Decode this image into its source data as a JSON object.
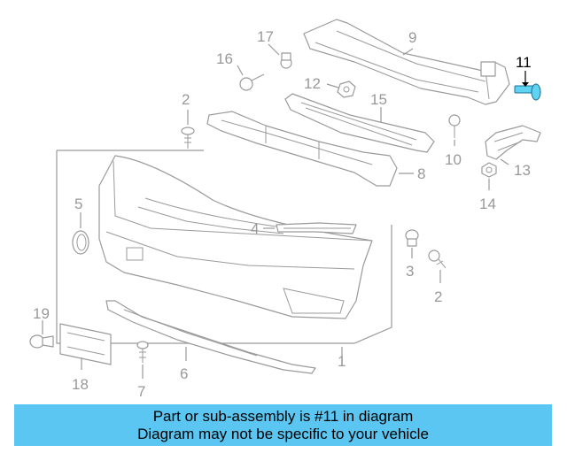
{
  "callouts": [
    {
      "id": "11",
      "label": "11",
      "highlighted": true
    },
    {
      "id": "9",
      "label": "9"
    },
    {
      "id": "17",
      "label": "17"
    },
    {
      "id": "16",
      "label": "16"
    },
    {
      "id": "12",
      "label": "12"
    },
    {
      "id": "15",
      "label": "15"
    },
    {
      "id": "2a",
      "label": "2"
    },
    {
      "id": "10",
      "label": "10"
    },
    {
      "id": "13",
      "label": "13"
    },
    {
      "id": "8",
      "label": "8"
    },
    {
      "id": "14",
      "label": "14"
    },
    {
      "id": "5",
      "label": "5"
    },
    {
      "id": "4",
      "label": "4"
    },
    {
      "id": "3",
      "label": "3"
    },
    {
      "id": "2b",
      "label": "2"
    },
    {
      "id": "19",
      "label": "19"
    },
    {
      "id": "1",
      "label": "1"
    },
    {
      "id": "6",
      "label": "6"
    },
    {
      "id": "7",
      "label": "7"
    },
    {
      "id": "18",
      "label": "18"
    }
  ],
  "banner": {
    "line1": "Part or sub-assembly is #11 in diagram",
    "line2": "Diagram may not be specific to your vehicle"
  },
  "colors": {
    "banner_background": "#5bc6f1",
    "highlight_part": "#5fd3f3",
    "line_art": "#9a9a9a"
  }
}
